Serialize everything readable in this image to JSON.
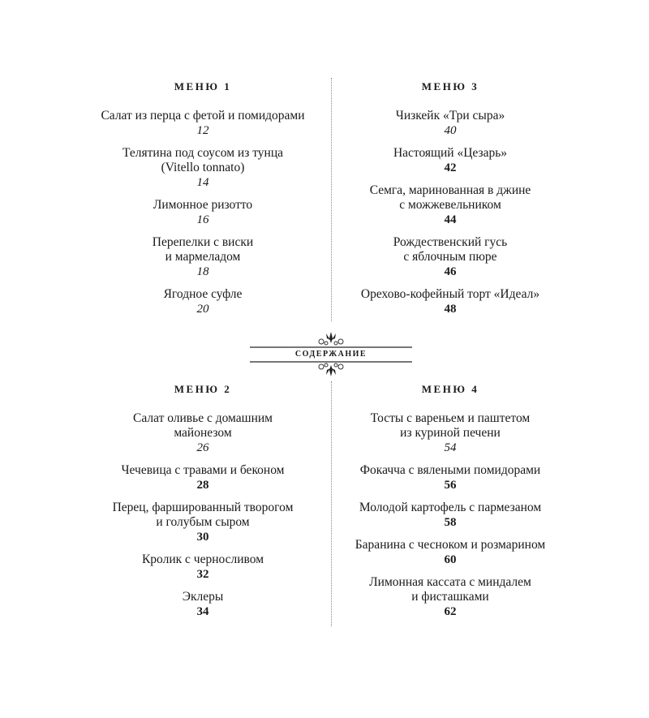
{
  "center_title": "СОДЕРЖАНИЕ",
  "menus": [
    {
      "heading": "МЕНЮ 1",
      "entries": [
        {
          "title": "Салат из перца с фетой и помидорами",
          "page": "12",
          "italic": true
        },
        {
          "title": "Телятина под соусом из тунца\n(Vitello tonnato)",
          "page": "14",
          "italic": true
        },
        {
          "title": "Лимонное ризотто",
          "page": "16",
          "italic": true
        },
        {
          "title": "Перепелки с виски\nи мармеладом",
          "page": "18",
          "italic": true
        },
        {
          "title": "Ягодное суфле",
          "page": "20",
          "italic": true
        }
      ]
    },
    {
      "heading": "МЕНЮ 3",
      "entries": [
        {
          "title": "Чизкейк «Три сыра»",
          "page": "40",
          "italic": true
        },
        {
          "title": "Настоящий «Цезарь»",
          "page": "42",
          "italic": false
        },
        {
          "title": "Семга, маринованная в джине\nс можжевельником",
          "page": "44",
          "italic": false
        },
        {
          "title": "Рождественский гусь\nс яблочным пюре",
          "page": "46",
          "italic": false
        },
        {
          "title": "Орехово-кофейный торт «Идеал»",
          "page": "48",
          "italic": false
        }
      ]
    },
    {
      "heading": "МЕНЮ 2",
      "entries": [
        {
          "title": "Салат оливье с домашним\nмайонезом",
          "page": "26",
          "italic": true
        },
        {
          "title": "Чечевица с травами и беконом",
          "page": "28",
          "italic": false
        },
        {
          "title": "Перец, фаршированный творогом\nи голубым сыром",
          "page": "30",
          "italic": false
        },
        {
          "title": "Кролик с черносливом",
          "page": "32",
          "italic": false
        },
        {
          "title": "Эклеры",
          "page": "34",
          "italic": false
        }
      ]
    },
    {
      "heading": "МЕНЮ 4",
      "entries": [
        {
          "title": "Тосты с вареньем и паштетом\nиз куриной печени",
          "page": "54",
          "italic": true
        },
        {
          "title": "Фокачча с вялеными помидорами",
          "page": "56",
          "italic": false
        },
        {
          "title": "Молодой картофель с пармезаном",
          "page": "58",
          "italic": false
        },
        {
          "title": "Баранина с чесноком и розмарином",
          "page": "60",
          "italic": false
        },
        {
          "title": "Лимонная кассата с миндалем\nи фисташками",
          "page": "62",
          "italic": false
        }
      ]
    }
  ]
}
